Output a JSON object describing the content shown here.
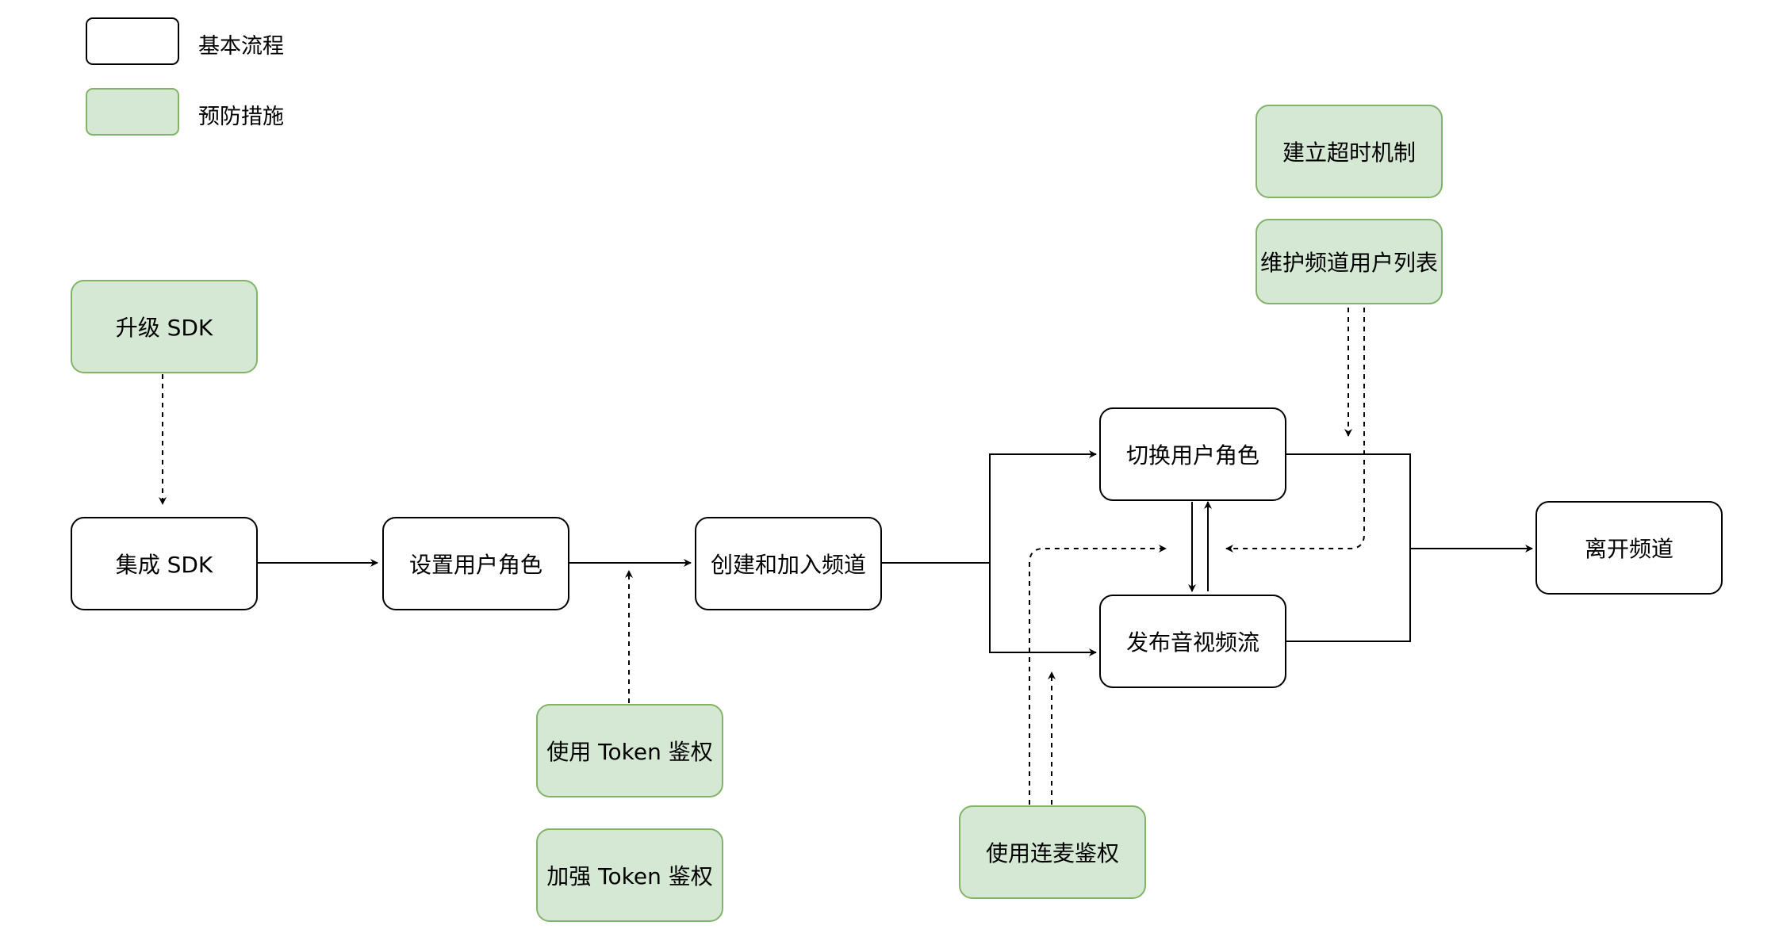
{
  "legend": {
    "basic_label": "基本流程",
    "prevent_label": "预防措施"
  },
  "colors": {
    "basic_fill": "#ffffff",
    "basic_stroke": "#000000",
    "prevent_fill": "#d5e8d4",
    "prevent_stroke": "#82b366"
  },
  "nodes": {
    "upgrade_sdk": "升级 SDK",
    "integrate_sdk": "集成 SDK",
    "set_role": "设置用户角色",
    "create_join": "创建和加入频道",
    "switch_role": "切换用户角色",
    "publish_stream": "发布音视频流",
    "leave_channel": "离开频道",
    "use_token": "使用 Token 鉴权",
    "strengthen_token": "加强 Token 鉴权",
    "cohost_auth": "使用连麦鉴权",
    "timeout_mech": "建立超时机制",
    "maintain_list": "维护频道用户列表"
  }
}
